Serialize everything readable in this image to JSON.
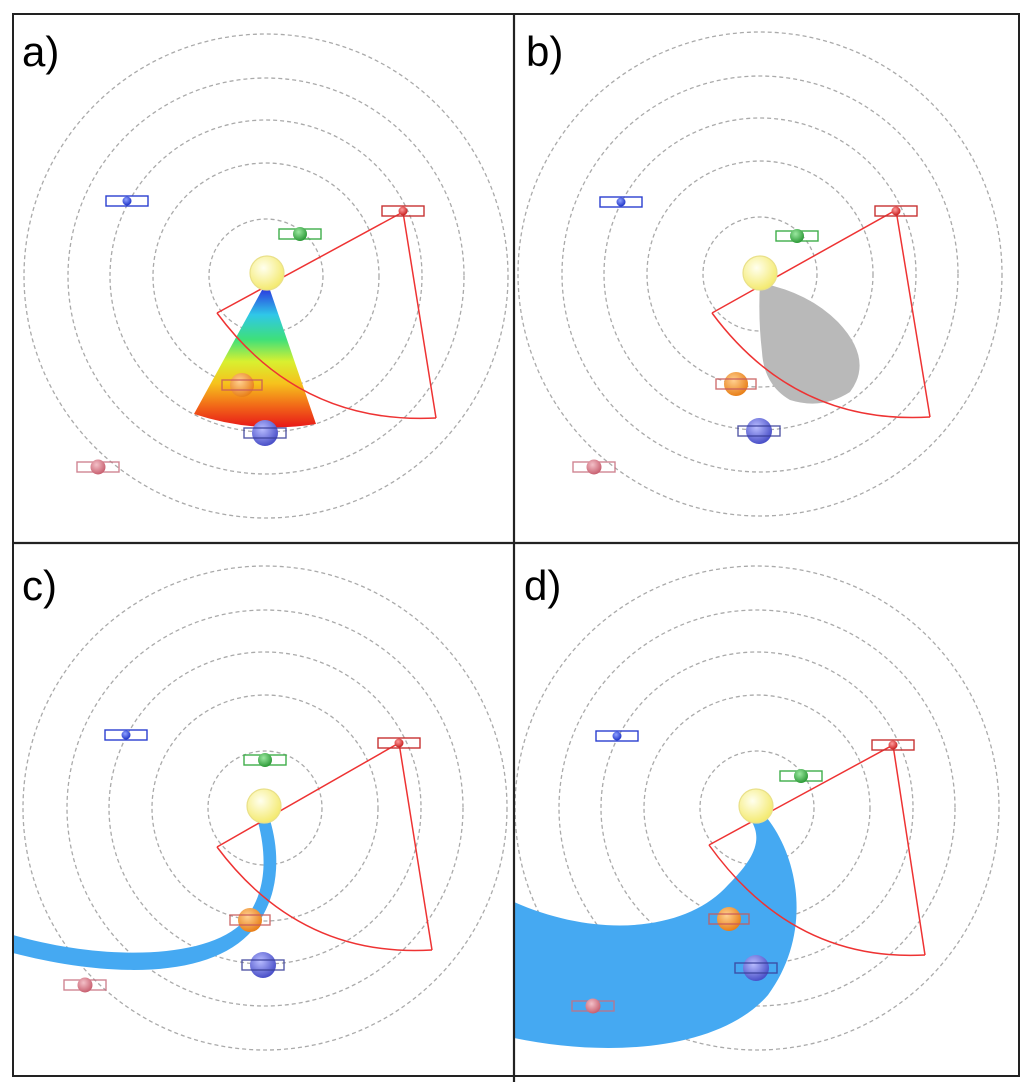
{
  "panels": [
    {
      "id": "a",
      "label": "a)",
      "feature": "rainbow-cone"
    },
    {
      "id": "b",
      "label": "b)",
      "feature": "gray-teardrop"
    },
    {
      "id": "c",
      "label": "c)",
      "feature": "blue-spiral-thin"
    },
    {
      "id": "d",
      "label": "d)",
      "feature": "blue-spiral-thick"
    }
  ],
  "colors": {
    "orbit": "#aaaaaa",
    "frame": "#222222",
    "sun_fill": "#fff9a0",
    "sun_stroke": "#e6e08a",
    "field_of_view": "#ee3333",
    "blue_stream": "#45a9f2",
    "gray_cone": "#b9b9b9",
    "planet_orange": "#f59a2e",
    "planet_blue": "#6a70dd",
    "planet_green": "#3fae4a",
    "spacecraft_blue": "#2a3fd0",
    "spacecraft_red": "#c83232",
    "spacecraft_pink": "#d06a7a",
    "gradient": [
      "#2b3fe0",
      "#2fc7e8",
      "#3ee07a",
      "#d8f030",
      "#f6c21d",
      "#f26a18",
      "#e81818"
    ]
  }
}
